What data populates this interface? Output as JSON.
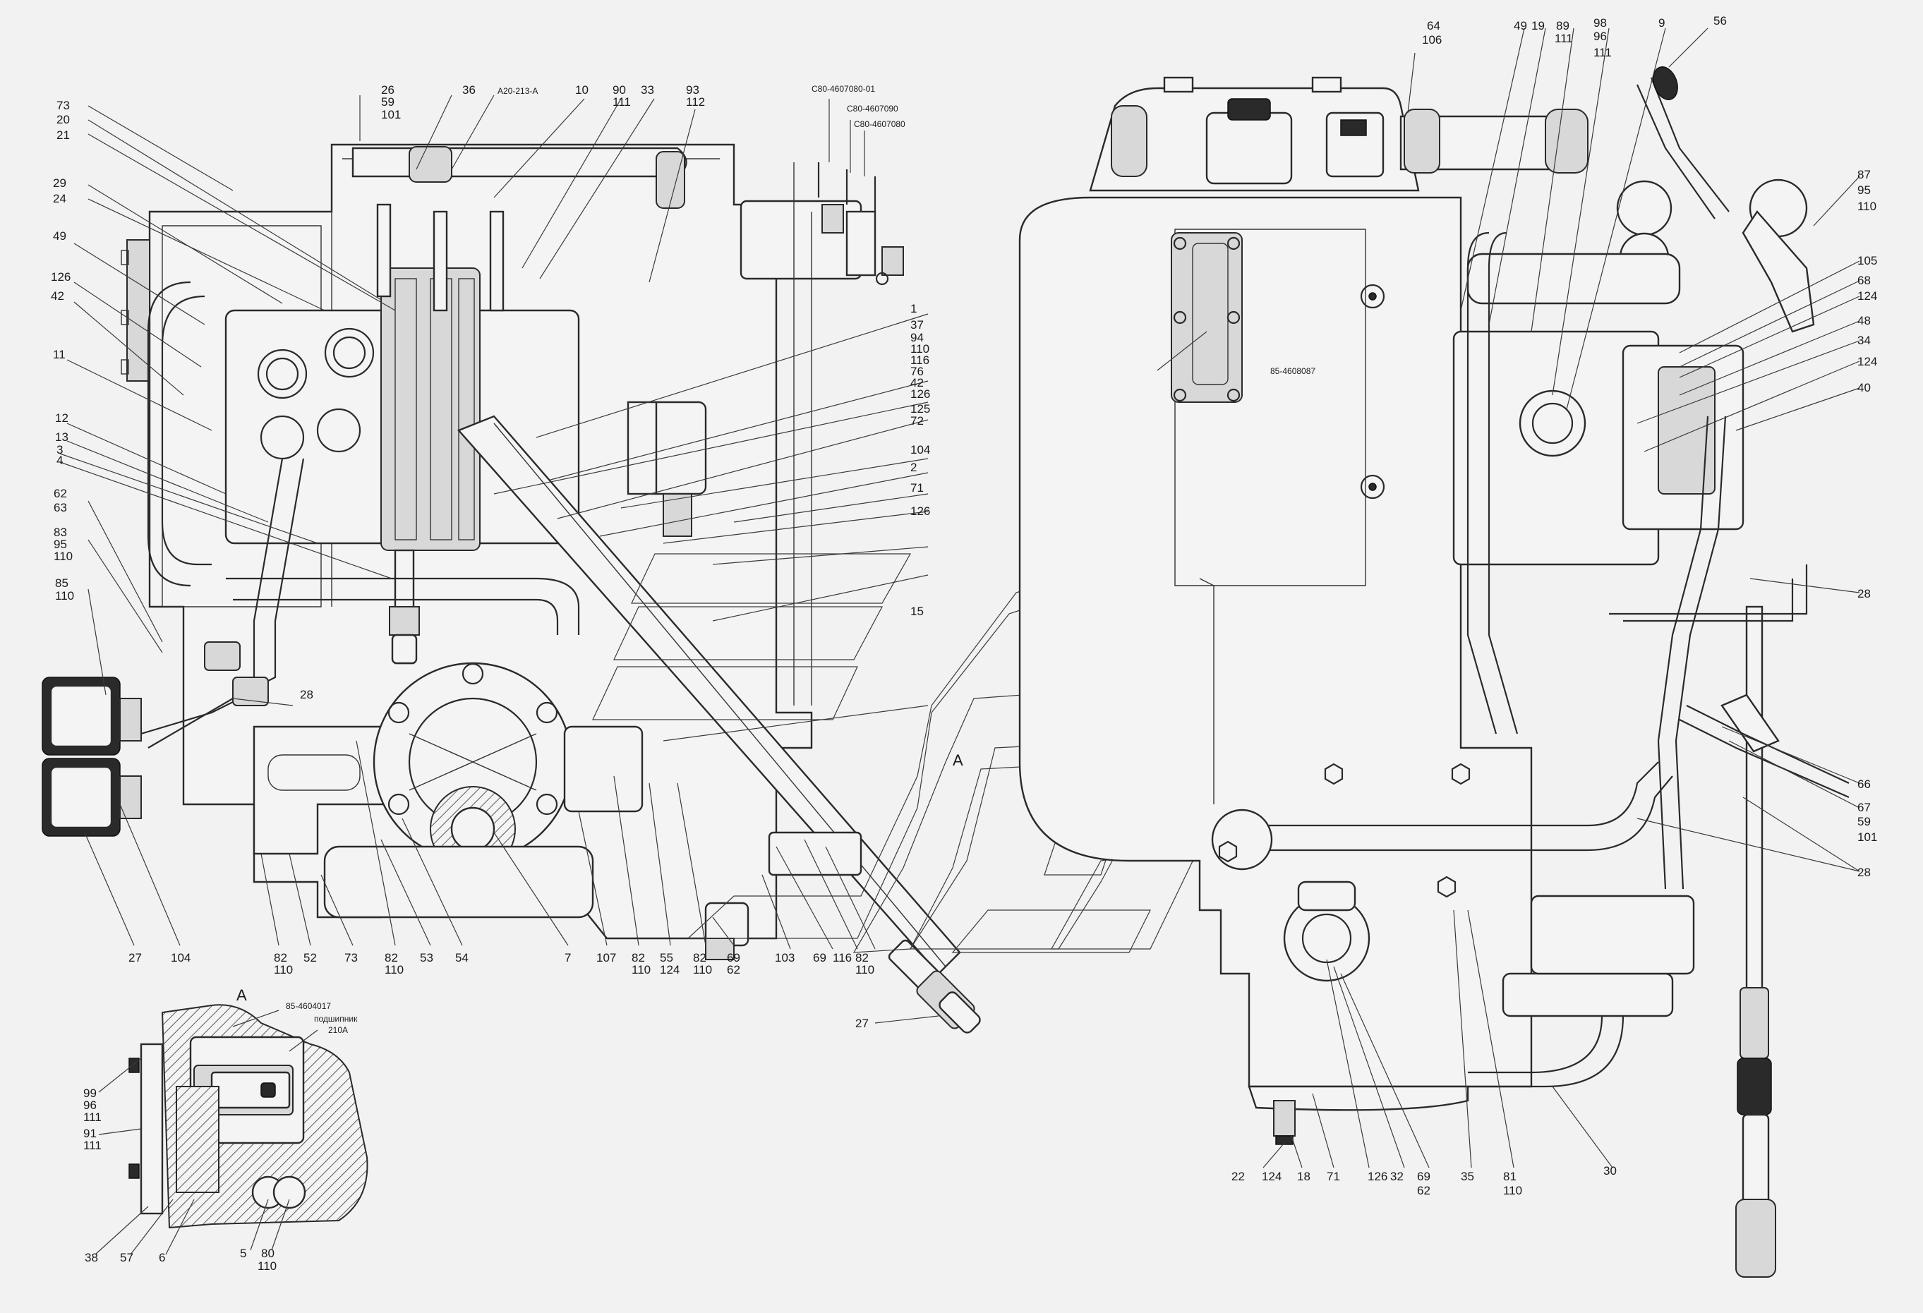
{
  "left_view": {
    "callouts_left": [
      "73",
      "20",
      "21",
      "29",
      "24",
      "49",
      "126",
      "42",
      "11",
      "12",
      "13",
      "3",
      "4",
      "62",
      "63",
      "83",
      "95",
      "110",
      "85",
      "110"
    ],
    "callouts_top": [
      "26",
      "59",
      "101",
      "36",
      "A20-213-A",
      "10",
      "90",
      "111",
      "33",
      "93",
      "112",
      "C80-4607080-01",
      "C80-4607090",
      "C80-4607080"
    ],
    "callouts_right": [
      "1",
      "37",
      "94",
      "110",
      "116",
      "76",
      "42",
      "126",
      "125",
      "72",
      "104",
      "2",
      "71",
      "126",
      "15",
      "28"
    ],
    "callouts_bottom": [
      "27",
      "104",
      "82",
      "110",
      "52",
      "73",
      "82",
      "110",
      "53",
      "54",
      "7",
      "107",
      "82",
      "110",
      "55",
      "124",
      "82",
      "110",
      "69",
      "62",
      "103",
      "69",
      "116",
      "82",
      "110",
      "27"
    ],
    "section_mark": "A"
  },
  "right_view": {
    "plate_label": "85-4608087",
    "callouts_top": [
      "64",
      "106",
      "49",
      "19",
      "89",
      "111",
      "98",
      "96",
      "111",
      "9",
      "56"
    ],
    "callouts_right": [
      "87",
      "95",
      "110",
      "105",
      "68",
      "124",
      "48",
      "34",
      "124",
      "40",
      "28",
      "66",
      "67",
      "59",
      "101",
      "28"
    ],
    "callouts_bottom": [
      "22",
      "124",
      "18",
      "71",
      "126",
      "32",
      "69",
      "62",
      "35",
      "81",
      "110",
      "30"
    ]
  },
  "section_view": {
    "title": "A",
    "part_label": "85-4604017",
    "note_line1": "подшипник",
    "note_line2": "210А",
    "callouts": [
      "99",
      "96",
      "111",
      "91",
      "111",
      "38",
      "57",
      "6",
      "5",
      "80",
      "110"
    ]
  },
  "icons": [
    "hydraulic-valve-icon",
    "hose-fitting-icon",
    "pump-icon",
    "lever-icon",
    "bolt-icon"
  ]
}
